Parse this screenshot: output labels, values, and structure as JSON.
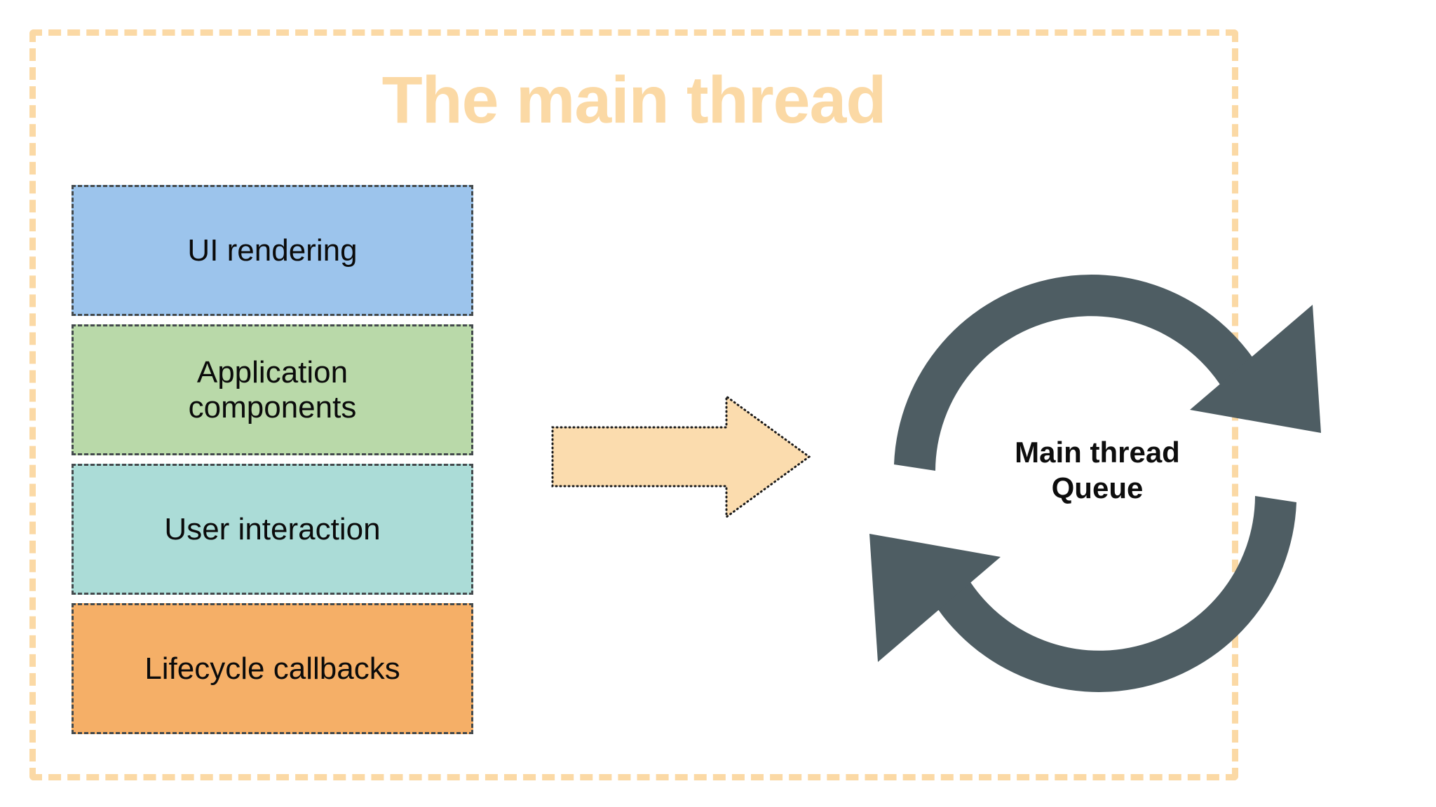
{
  "slide": {
    "title": "The main thread",
    "title_color": "#fbd9a5",
    "background": "#ffffff",
    "frame_color": "#fbd9a5"
  },
  "left_stack": {
    "boxes": [
      {
        "label": "UI rendering",
        "color": "#9cc4ec",
        "border_color": "#444a4d"
      },
      {
        "label": "Application\ncomponents",
        "line1": "Application",
        "line2": "components",
        "color": "#b9d9a9",
        "border_color": "#444a4d"
      },
      {
        "label": "User interaction",
        "color": "#abdcd7",
        "border_color": "#444a4d"
      },
      {
        "label": "Lifecycle callbacks",
        "color": "#f5af67",
        "border_color": "#444a4d"
      }
    ]
  },
  "flow_arrow": {
    "direction": "right",
    "fill_color": "#fbdcae",
    "outline_style": "dotted",
    "outline_color": "#1a1a1a"
  },
  "cycle": {
    "icon_name": "cycle-refresh-icon",
    "color": "#4e5d63",
    "label_line1": "Main thread",
    "label_line2": "Queue",
    "label_color": "#0d0d0d"
  }
}
